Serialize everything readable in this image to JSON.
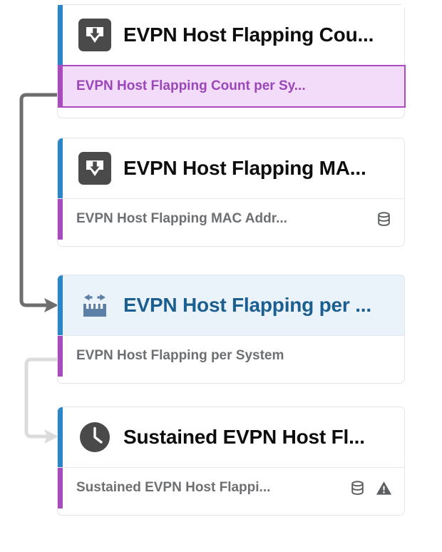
{
  "palette": {
    "header_stripe": "#2b86c8",
    "footer_stripe": "#a94bbf",
    "selected_header_bg": "#eaf2fa",
    "selected_header_text": "#1b5f91",
    "highlight_footer_bg": "#f2dcf9",
    "highlight_footer_border": "#a94bbf",
    "highlight_footer_text": "#9b46b9",
    "card_border": "#e2e5e9",
    "title_text": "#0d0d0d",
    "subtitle_text": "#6d6f72",
    "dark_icon_bg": "#4a4a4a",
    "connector_dark": "#6e6e6e",
    "connector_light": "#dcdcdc"
  },
  "cards": [
    {
      "id": "evpn-host-flapping-count",
      "icon": "download-box-icon",
      "title": "EVPN Host Flapping Cou...",
      "selected": false,
      "footer": {
        "label": "EVPN Host Flapping Count per Sy...",
        "highlighted": true,
        "tags": []
      }
    },
    {
      "id": "evpn-host-flapping-mac",
      "icon": "download-box-icon",
      "title": "EVPN Host Flapping MA...",
      "selected": false,
      "footer": {
        "label": "EVPN Host Flapping MAC Addr...",
        "highlighted": false,
        "tags": [
          "database-icon"
        ]
      }
    },
    {
      "id": "evpn-host-flapping-per-system",
      "icon": "flapping-interface-icon",
      "title": "EVPN Host Flapping per ...",
      "selected": true,
      "footer": {
        "label": "EVPN Host Flapping per System",
        "highlighted": false,
        "tags": []
      }
    },
    {
      "id": "sustained-evpn-host-flapping",
      "icon": "clock-icon",
      "title": "Sustained EVPN Host Fl...",
      "selected": false,
      "footer": {
        "label": "Sustained EVPN Host Flappi...",
        "highlighted": false,
        "tags": [
          "database-icon",
          "warning-triangle-icon"
        ]
      }
    }
  ],
  "connectors": [
    {
      "id": "connector-count-to-per-system",
      "style": "dark",
      "from": "card-1-footer",
      "to": "card-3-header"
    },
    {
      "id": "connector-per-system-to-sustained",
      "style": "light",
      "from": "card-3-footer",
      "to": "card-4-header"
    }
  ]
}
